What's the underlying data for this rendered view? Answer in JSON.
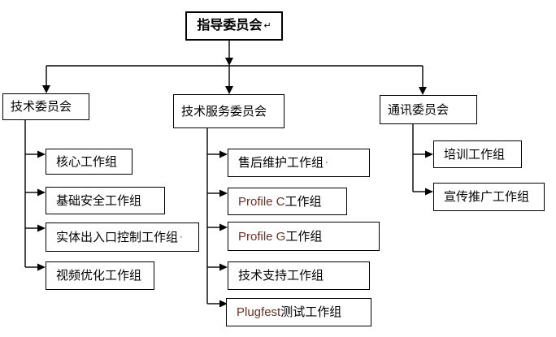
{
  "diagram": "organization-chart",
  "root": {
    "label": "指导委员会",
    "mark": "↵"
  },
  "committees": [
    {
      "label": "技术委员会",
      "groups": [
        {
          "text": "核心工作组"
        },
        {
          "text": "基础安全工作组"
        },
        {
          "text": "实体出入口控制工作组",
          "mark": "·"
        },
        {
          "text": "视频优化工作组"
        }
      ]
    },
    {
      "label": "技术服务委员会",
      "groups": [
        {
          "text": "售后维护工作组",
          "mark": "·"
        },
        {
          "latin": "Profile C ",
          "text": "工作组"
        },
        {
          "latin": "Profile G ",
          "text": "工作组"
        },
        {
          "text": "技术支持工作组"
        },
        {
          "latin": "Plugfest ",
          "text": "测试工作组"
        }
      ]
    },
    {
      "label": "通讯委员会",
      "groups": [
        {
          "text": "培训工作组"
        },
        {
          "text": "宣传推广工作组"
        }
      ]
    }
  ],
  "colors": {
    "line": "#000000",
    "border": "#000000",
    "background": "#ffffff",
    "text": "#000000",
    "latin_text": "#6b3226"
  }
}
